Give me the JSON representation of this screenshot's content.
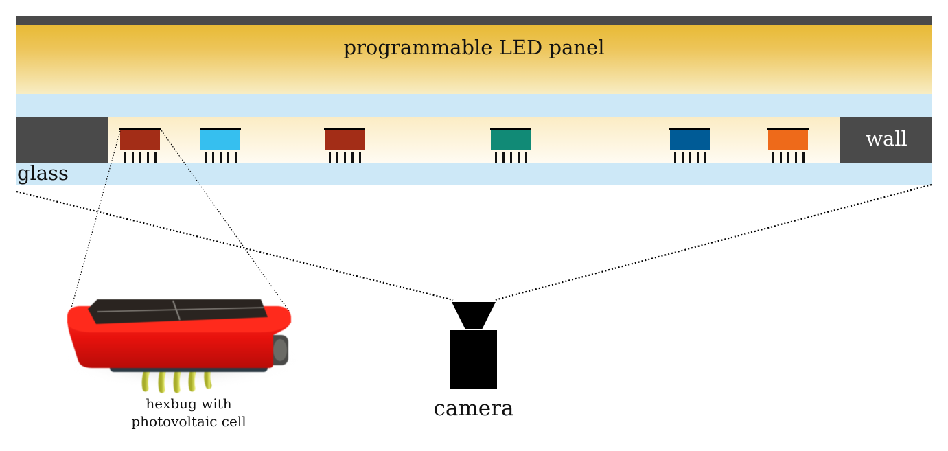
{
  "diagram": {
    "labels": {
      "panel": "programmable LED panel",
      "wall": "wall",
      "glass": "glass",
      "hexbug": "hexbug with photovoltaic cell",
      "camera": "camera"
    },
    "colors": {
      "frame": "#4a4a4a",
      "panel_top": "#e8ba35",
      "panel_bottom": "#f8edc4",
      "glass": "#cde8f7",
      "arena_top": "#fbecc4",
      "arena_bottom": "#fffbf2",
      "wall": "#4a4a4a",
      "camera": "#000000",
      "hexbug_body": "#e8120d",
      "hexbug_legs": "#d4d84a",
      "solar_cell": "#2a2420"
    },
    "robots": [
      {
        "id": "robot-1",
        "color": "#a32d17"
      },
      {
        "id": "robot-2",
        "color": "#36bfef"
      },
      {
        "id": "robot-3",
        "color": "#a32d17"
      },
      {
        "id": "robot-4",
        "color": "#118a76"
      },
      {
        "id": "robot-5",
        "color": "#005b96"
      },
      {
        "id": "robot-6",
        "color": "#ee6a1a"
      }
    ]
  }
}
